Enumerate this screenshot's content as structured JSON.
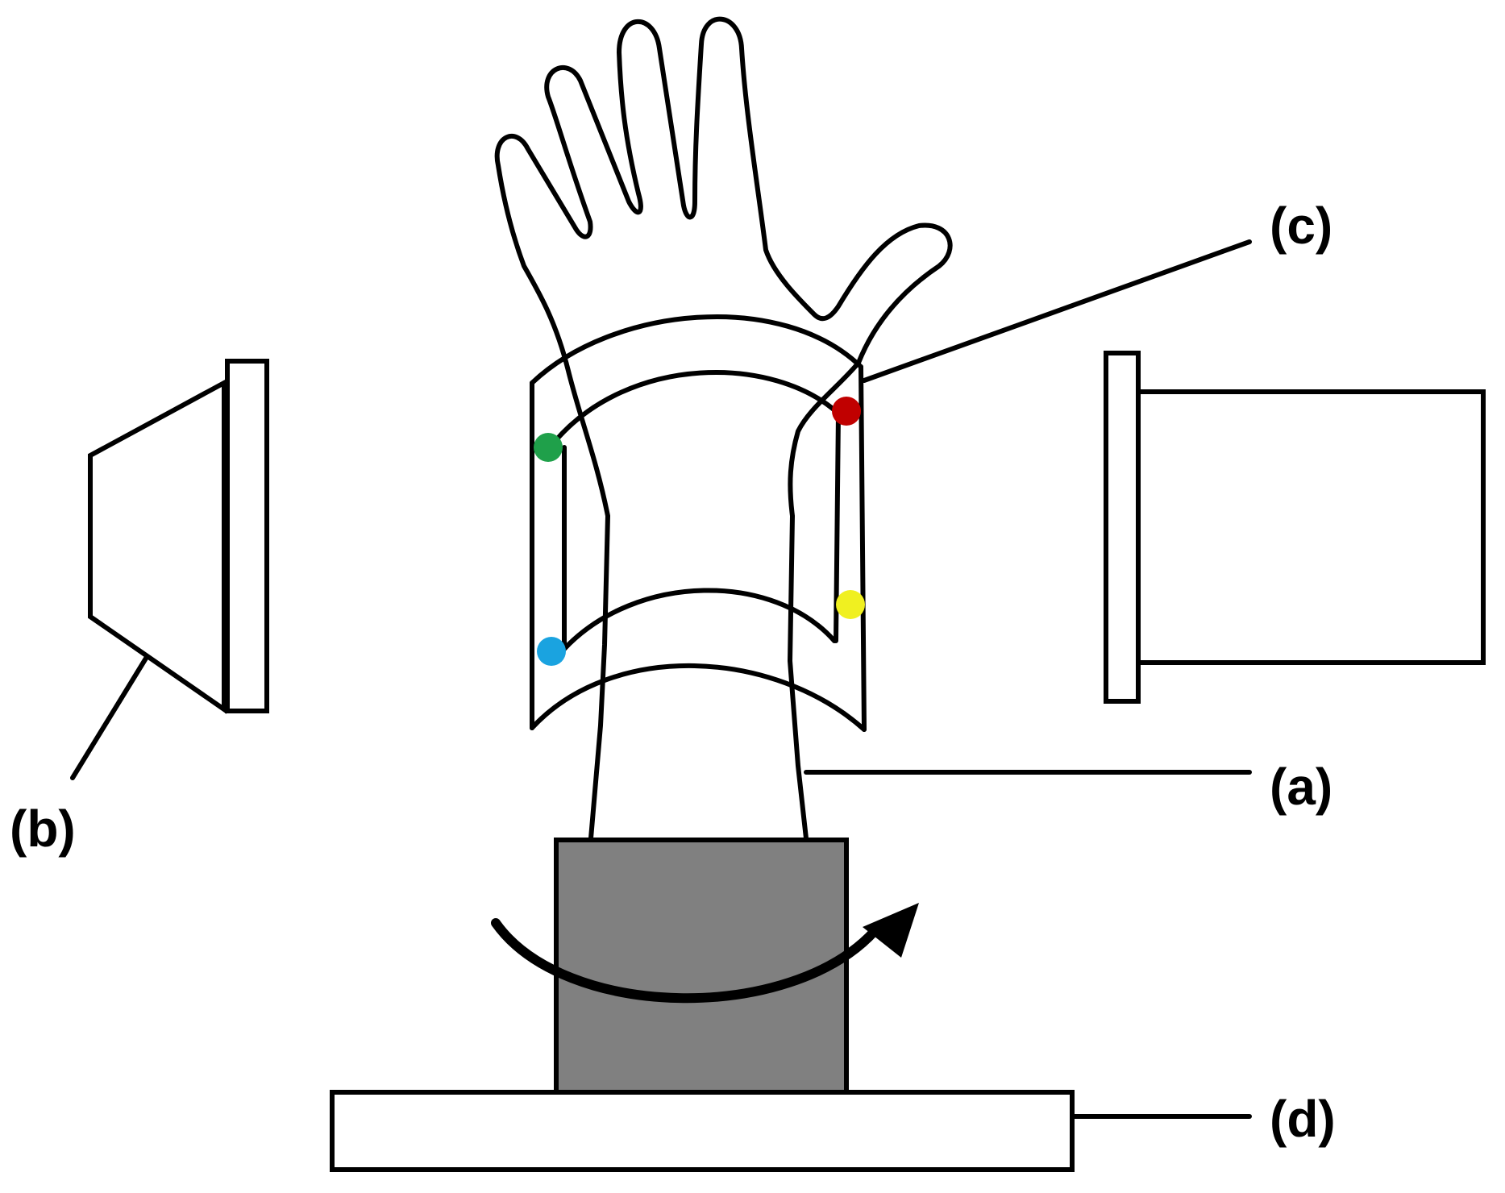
{
  "labels": {
    "a": "(a)",
    "b": "(b)",
    "c": "(c)",
    "d": "(d)"
  },
  "colors": {
    "line": "#000000",
    "background": "#ffffff",
    "rotating_stage": "#808080",
    "marker_red": "#c00000",
    "marker_green": "#1fa04a",
    "marker_blue": "#1aa3e0",
    "marker_yellow": "#f0f020"
  }
}
